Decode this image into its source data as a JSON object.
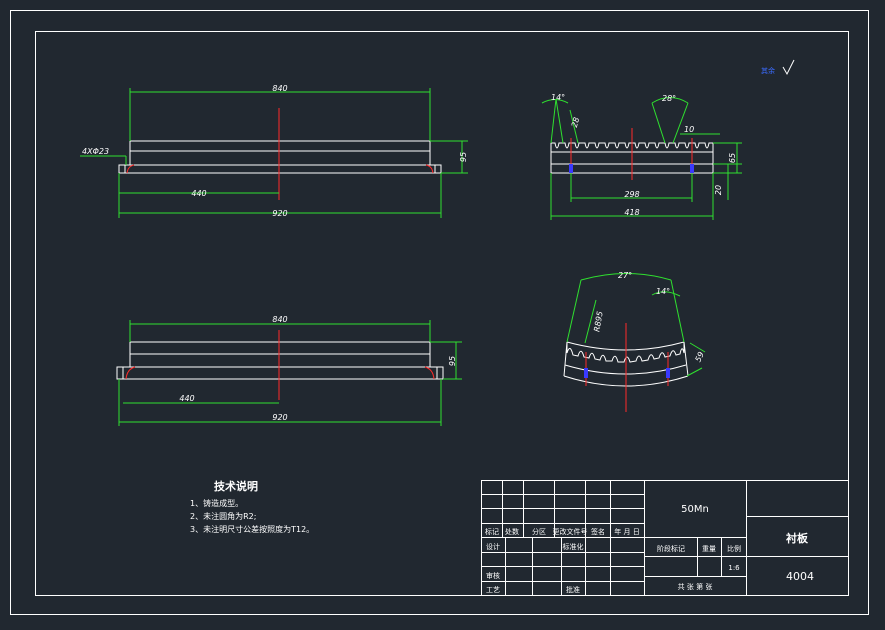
{
  "drawing": {
    "dims": {
      "top_length": "840",
      "top_height": "95",
      "top_holes": "4XΦ23",
      "top_half": "440",
      "top_total": "920",
      "bottom_length": "840",
      "bottom_height": "95",
      "bottom_half": "440",
      "bottom_total": "920",
      "side_angle_left": "14°",
      "side_angle_right": "28°",
      "side_tooth_depth": "28",
      "side_tooth_width": "10",
      "side_height": "65",
      "side_base": "20",
      "side_pitch_span": "298",
      "side_total": "418",
      "arc_angle_top": "27°",
      "arc_angle_side": "14°",
      "arc_radius": "R895",
      "arc_depth": "59"
    },
    "roughness_label": "其余",
    "tech": {
      "title": "技术说明",
      "lines": [
        "1、铸造成型。",
        "2、未注圆角为R2;",
        "3、未注明尺寸公差按照度为T12。"
      ]
    },
    "title_block": {
      "material": "50Mn",
      "part_name": "衬板",
      "drawing_no": "4004",
      "header_cols": [
        "标记",
        "处数",
        "分区",
        "更改文件号",
        "签名",
        "年 月 日"
      ],
      "design": "设计",
      "standard": "标准化",
      "review": "审核",
      "process": "工艺",
      "approve": "批准",
      "stage_mark": "阶段标记",
      "weight": "重量",
      "ratio_label": "比例",
      "ratio": "1:6",
      "sheets": "共 张  第 张"
    }
  }
}
